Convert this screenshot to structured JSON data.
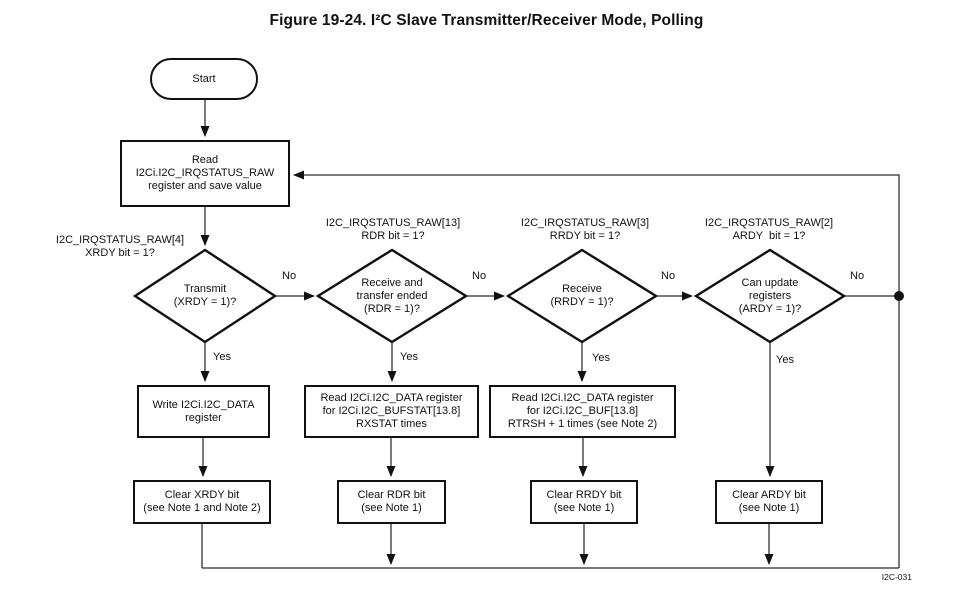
{
  "title": "Figure 19-24. I²C Slave Transmitter/Receiver Mode, Polling",
  "figure_id": "I2C-031",
  "colors": {
    "ink": "#111111",
    "background": "#ffffff"
  },
  "nodes": {
    "start": "Start",
    "read_status": "Read\nI2Ci.I2C_IRQSTATUS_RAW\nregister and save value",
    "transmit_q": "Transmit\n(XRDY = 1)?",
    "rdr_q": "Receive and\ntransfer ended\n(RDR = 1)?",
    "rrdy_q": "Receive\n(RRDY = 1)?",
    "ardy_q": "Can update\nregisters\n(ARDY = 1)?",
    "write_data": "Write I2Ci.I2C_DATA\nregister",
    "read_rdr": "Read I2Ci.I2C_DATA register\nfor I2Ci.I2C_BUFSTAT[13.8]\nRXSTAT times",
    "read_rrdy": "Read I2Ci.I2C_DATA register\nfor I2Ci.I2C_BUF[13.8]\nRTRSH + 1 times (see Note 2)",
    "clear_xrdy": "Clear XRDY bit\n(see Note 1 and Note 2)",
    "clear_rdr": "Clear RDR bit\n(see Note 1)",
    "clear_rrdy": "Clear RRDY bit\n(see Note 1)",
    "clear_ardy": "Clear ARDY bit\n(see Note 1)"
  },
  "annotations": {
    "xrdy": "I2C_IRQSTATUS_RAW[4]\nXRDY bit = 1?",
    "rdr": "I2C_IRQSTATUS_RAW[13]\nRDR bit = 1?",
    "rrdy": "I2C_IRQSTATUS_RAW[3]\nRRDY bit = 1?",
    "ardy": "I2C_IRQSTATUS_RAW[2]\nARDY  bit = 1?"
  },
  "edge_labels": {
    "yes": "Yes",
    "no": "No"
  }
}
